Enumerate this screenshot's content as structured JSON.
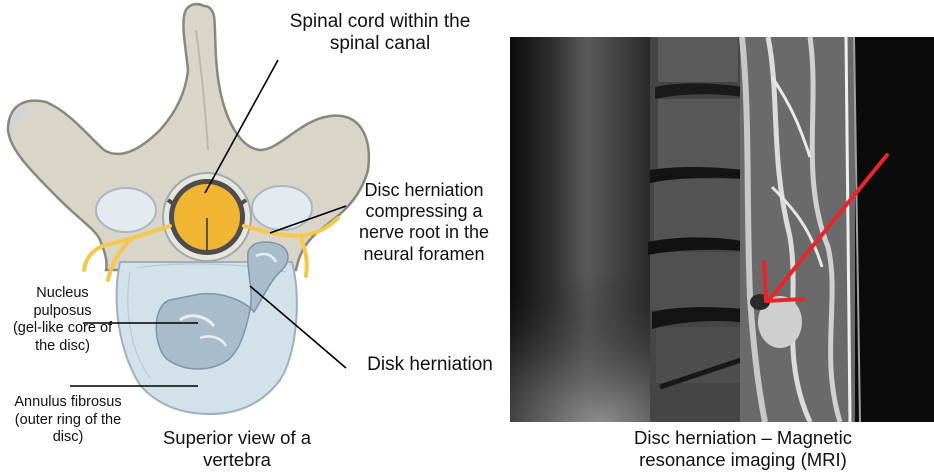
{
  "figure": {
    "left_panel": {
      "title": "Superior view of a vertebra",
      "caption_line1": "Superior view of a",
      "caption_line2": "vertebra",
      "labels": {
        "spinal_cord": {
          "line1": "Spinal cord within the",
          "line2": "spinal canal"
        },
        "disc_herniation_nerve": {
          "line1": "Disc herniation",
          "line2": "compressing a",
          "line3": "nerve root in the",
          "line4": "neural foramen"
        },
        "disk_herniation": {
          "line1": "Disk herniation"
        },
        "nucleus_pulposus": {
          "line1": "Nucleus",
          "line2": "pulposus",
          "line3": "(gel-like core of",
          "line4": "the disc)"
        },
        "annulus_fibrosus": {
          "line1": "Annulus fibrosus",
          "line2": "(outer ring of the",
          "line3": "disc)"
        }
      },
      "colors": {
        "bone": "#d9d5c8",
        "bone_outline": "#8a877d",
        "spinal_cord": "#f2b533",
        "nerve": "#f5c84a",
        "disc": "#cfdde6",
        "nucleus": "#9fb4c3",
        "leader_line": "#000000"
      }
    },
    "right_panel": {
      "caption_line1": "Disc herniation – Magnetic",
      "caption_line2": "resonance imaging (MRI)",
      "arrow_color": "#e8252a",
      "background": "#0b0b0b"
    }
  }
}
